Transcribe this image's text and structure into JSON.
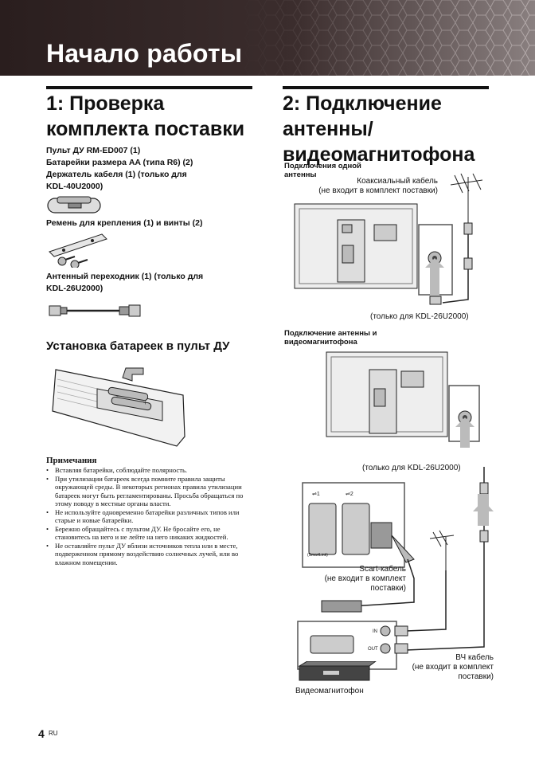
{
  "page_title": "Начало работы",
  "left": {
    "heading_line1": "1: Проверка",
    "heading_line2": "комплекта поставки",
    "items_block1": [
      "Пульт ДУ RM-ED007 (1)",
      "Батарейки размера AA (типа R6) (2)",
      "Держатель кабеля (1) (только для",
      "KDL-40U2000)"
    ],
    "item_strap": "Ремень для крепления (1) и винты (2)",
    "items_adapter": [
      "Антенный переходник (1) (только для",
      "KDL-26U2000)"
    ],
    "battery_heading": "Установка батареек в пульт ДУ",
    "notes_title": "Примечания",
    "notes": [
      "Вставляя батарейки, соблюдайте полярность.",
      "При утилизации батареек всегда помните правила защиты окружающей среды. В некоторых регионах правила утилизации батареек могут быть регламентированы. Просьба обращаться по этому поводу в местные органы власти.",
      "Не используйте одновременно батарейки различных типов или старые и новые батарейки.",
      "Бережно обращайтесь с пультом ДУ. Не бросайте его, не становитесь на него и не лейте на него никаких жидкостей.",
      "Не оставляйте пульт ДУ вблизи источников тепла или в месте, подверженном прямому воздействию солнечных лучей, или во влажном помещении."
    ]
  },
  "right": {
    "heading_line1": "2: Подключение",
    "heading_line2": "антенны/",
    "heading_line3": "видеомагнитофона",
    "section1_label_line1": "Подключения одной",
    "section1_label_line2": "антенны",
    "coax_line1": "Коаксиальный кабель",
    "coax_line2": "(не входит в комплект поставки)",
    "only_26_a": "(только для KDL-26U2000)",
    "section2_label_line1": "Подключение антенны и",
    "section2_label_line2": "видеомагнитофона",
    "only_26_b": "(только для KDL-26U2000)",
    "scart_line1": "Scart-кабель",
    "scart_line2": "(не входит в комплект",
    "scart_line3": "поставки)",
    "rf_line1": "ВЧ кабель",
    "rf_line2": "(не входит в комплект",
    "rf_line3": "поставки)",
    "vcr_label": "Видеомагнитофон",
    "port_av1": "AV1",
    "port_av2": "AV2",
    "smartlink": "(SmartLink)",
    "in_label": "IN",
    "out_label": "OUT"
  },
  "footer": {
    "page_number": "4",
    "lang": "RU"
  }
}
